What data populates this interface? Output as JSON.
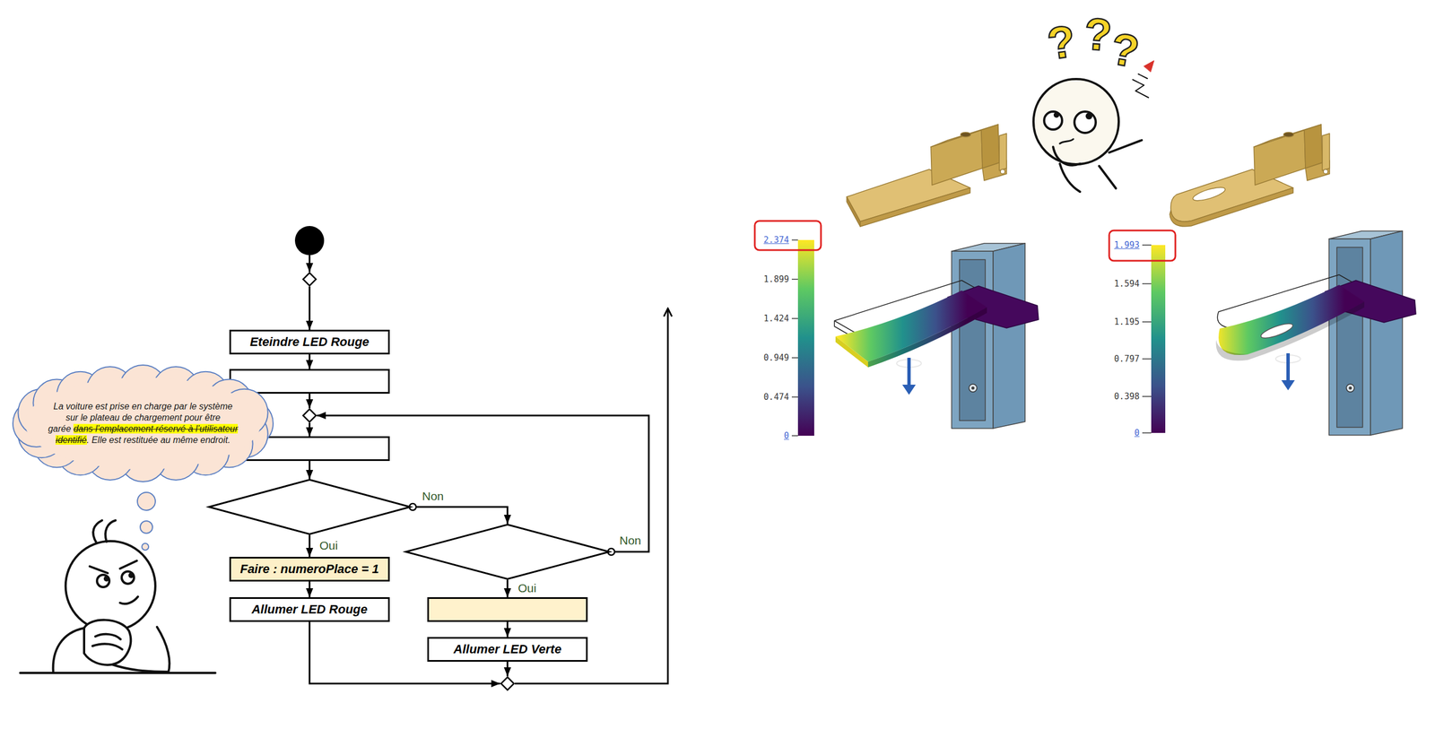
{
  "diagram": {
    "nodes": [
      {
        "text": []
      },
      {
        "text": []
      },
      {
        "text": [
          "Eteindre LED Rouge"
        ]
      },
      {
        "text": []
      },
      {
        "text": []
      },
      {
        "text": []
      },
      {
        "text": []
      },
      {
        "text": []
      },
      {
        "text": [
          "Faire : numeroPlace = 1"
        ]
      },
      {
        "text": [
          "Allumer LED Rouge"
        ]
      },
      {
        "text": []
      },
      {
        "text": [
          "Allumer LED Verte"
        ]
      },
      {
        "text": []
      },
      {
        "text": [
          "La voiture est prise en charge par le système sur le plateau de chargement pour être garée",
          "dans l’emplacement réservé à l’utilisateur identifié",
          ". Elle est restituée au même endroit."
        ]
      }
    ],
    "edges": [
      {
        "from": 0,
        "to": 1,
        "arrow": "to"
      },
      {
        "from": 1,
        "to": 2,
        "arrow": "to"
      },
      {
        "from": 2,
        "to": 3,
        "arrow": "to"
      },
      {
        "from": 3,
        "to": 4,
        "arrow": "to"
      },
      {
        "from": 4,
        "to": 5,
        "arrow": "to"
      },
      {
        "from": 5,
        "to": 6,
        "arrow": "to"
      },
      {
        "from": 6,
        "to": 8,
        "label": "Oui",
        "arrow": "to"
      },
      {
        "from": 6,
        "to": 7,
        "label": "Non",
        "arrow": "to"
      },
      {
        "from": 8,
        "to": 9,
        "arrow": "to"
      },
      {
        "from": 7,
        "to": 10,
        "label": "Oui",
        "arrow": "to"
      },
      {
        "from": 7,
        "to": 4,
        "label": "Non",
        "arrow": "to"
      },
      {
        "from": 10,
        "to": 11,
        "arrow": "to"
      },
      {
        "from": 9,
        "to": 12,
        "arrow": "to"
      },
      {
        "from": 11,
        "to": 12,
        "arrow": "to"
      }
    ],
    "labels": [
      "?",
      "?",
      "?",
      "2.374",
      "1.899",
      "1.424",
      "0.949",
      "0.474",
      "0",
      "1.993",
      "1.594",
      "1.195",
      "0.797",
      "0.398",
      "0"
    ]
  }
}
